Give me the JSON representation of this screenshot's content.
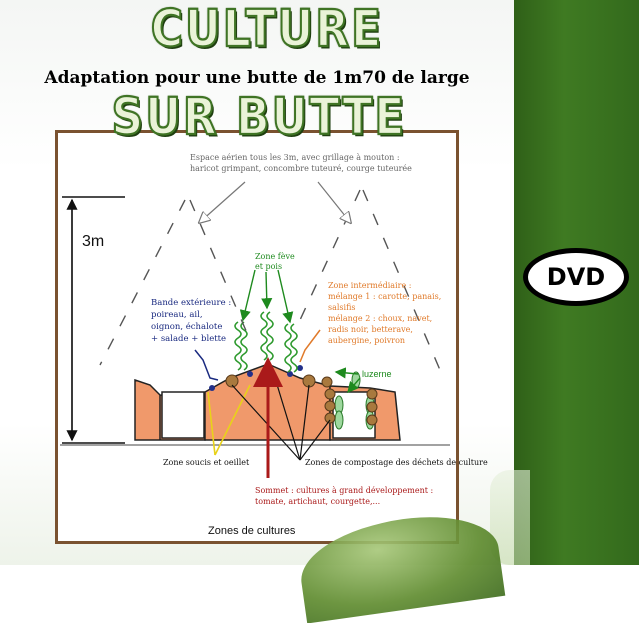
{
  "header": {
    "title_top": "CULTURE",
    "subtitle": "Adaptation pour une butte de 1m70 de large",
    "title_bottom": "SUR BUTTE"
  },
  "badge": {
    "label": "DVD"
  },
  "diagram": {
    "height_label": "3m",
    "aerial_label_1": "Espace aérien tous les 3m, avec grillage à mouton :",
    "aerial_label_2": "haricot grimpant, concombre tuteuré, courge tuteurée",
    "feve_label_1": "Zone fève",
    "feve_label_2": "et pois",
    "outer_label_1": "Bande extérieure :",
    "outer_label_2": "poireau, ail,",
    "outer_label_3": "oignon, échalote",
    "outer_label_4": "+ salade + blette",
    "mid_label_1": "Zone intermédiaire :",
    "mid_label_2": "mélange 1 : carotte, panais,",
    "mid_label_3": "salsifis",
    "mid_label_4": "mélange 2 : choux, navet,",
    "mid_label_5": "radis noir, betterave,",
    "mid_label_6": "aubergine, poivron",
    "luzerne_label": "luzerne",
    "soucis_label": "Zone soucis et oeillet",
    "compost_label": "Zones de compostage des déchets de culture",
    "sommet_label_1": "Sommet : cultures à grand développement :",
    "sommet_label_2": "tomate, artichaut, courgette,...",
    "footer_label": "Zones de cultures"
  },
  "colors": {
    "spine": "#3f7a22",
    "frame": "#7a5230",
    "soil": "#f0996b",
    "green_label": "#1e8a1e",
    "blue_label": "#1a2a80",
    "orange_label": "#e07a2a",
    "red_label": "#aa1a1a",
    "grey_label": "#666666"
  }
}
